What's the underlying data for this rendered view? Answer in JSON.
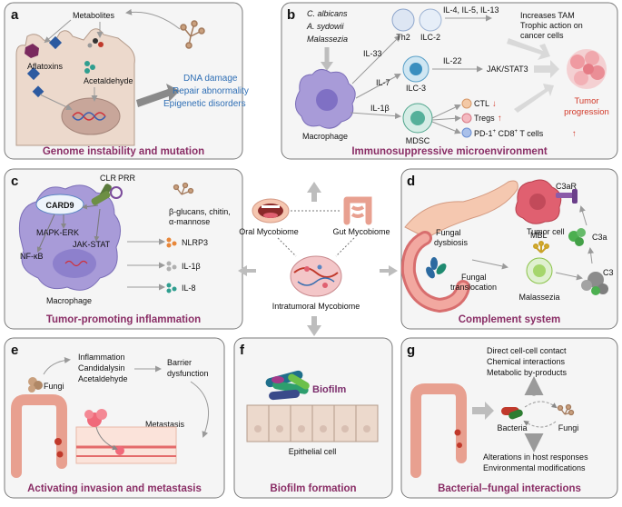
{
  "colors": {
    "panel_fill": "#f5f5f5",
    "panel_stroke": "#7a7a7a",
    "title_color": "#8a2e66",
    "arrow_gray": "#bdbdbd",
    "tumor_red": "#d23a2a",
    "blue_text": "#2f6fb5",
    "cell_purple": "#a89bd8",
    "cell_tan": "#ecd9cc",
    "tissue_pink": "#f0a89a"
  },
  "center": {
    "oral": "Oral Mycobiome",
    "gut": "Gut Mycobiome",
    "intratumoral": "Intratumoral Mycobiome"
  },
  "panels": {
    "a": {
      "letter": "a",
      "title": "Genome instability and mutation",
      "metabolites": "Metabolites",
      "aflatoxins": "Aflatoxins",
      "acetaldehyde": "Acetaldehyde",
      "outcomes": [
        "DNA damage",
        "Repair abnormality",
        "Epigenetic disorders"
      ]
    },
    "b": {
      "letter": "b",
      "title": "Immunosuppressive microenvironment",
      "fungi": [
        "C. albicans",
        "A. sydowii",
        "Malassezia"
      ],
      "macrophage": "Macrophage",
      "il33": "IL-33",
      "il7": "IL-7",
      "il1b": "IL-1β",
      "th2": "Th2",
      "ilc2": "ILC-2",
      "ilc3": "ILC-3",
      "mdsc": "MDSC",
      "il4": "IL-4, IL-5, IL-13",
      "il22": "IL-22",
      "jakstat": "JAK/STAT3",
      "tam": [
        "Increases TAM",
        "Trophic action on",
        "cancer cells"
      ],
      "ctl": "CTL",
      "tregs": "Tregs",
      "pd1": "PD-1",
      "pd1_sup": "+",
      "cd8": " CD8",
      "cd8_sup": "+",
      "tcells": " T cells",
      "progression": [
        "Tumor",
        "progression"
      ]
    },
    "c": {
      "letter": "c",
      "title": "Tumor-promoting inflammation",
      "card9": "CARD9",
      "clr": "CLR",
      "prr": "PRR",
      "mapk": "MAPK-ERK",
      "jak": "JAK-STAT",
      "nfkb": "NF-κB",
      "macrophage": "Macrophage",
      "ligands": [
        "β-glucans, chitin,",
        "α-mannose"
      ],
      "outputs": [
        "NLRP3",
        "IL-1β",
        "IL-8"
      ]
    },
    "d": {
      "letter": "d",
      "title": "Complement system",
      "dysbiosis": [
        "Fungal",
        "dysbiosis"
      ],
      "translocation": [
        "Fungal",
        "translocation"
      ],
      "tumor_cell": "Tumor cell",
      "c3ar": "C3aR",
      "c3a": "C3a",
      "c3": "C3",
      "mbl": "MBL",
      "malassezia": "Malassezia"
    },
    "e": {
      "letter": "e",
      "title": "Activating invasion and metastasis",
      "fungi": "Fungi",
      "factors": [
        "Inflammation",
        "Candidalysin",
        "Acetaldehyde"
      ],
      "barrier": [
        "Barrier",
        "dysfunction"
      ],
      "metastasis": "Metastasis"
    },
    "f": {
      "letter": "f",
      "title": "Biofilm formation",
      "biofilm": "Biofilm",
      "epithelial": "Epithelial cell"
    },
    "g": {
      "letter": "g",
      "title": "Bacterial–fungal interactions",
      "top": [
        "Direct cell-cell contact",
        "Chemical interactions",
        "Metabolic by-products"
      ],
      "bacteria": "Bacteria",
      "fungi": "Fungi",
      "bottom": [
        "Alterations in host responses",
        "Environmental modifications"
      ]
    }
  }
}
